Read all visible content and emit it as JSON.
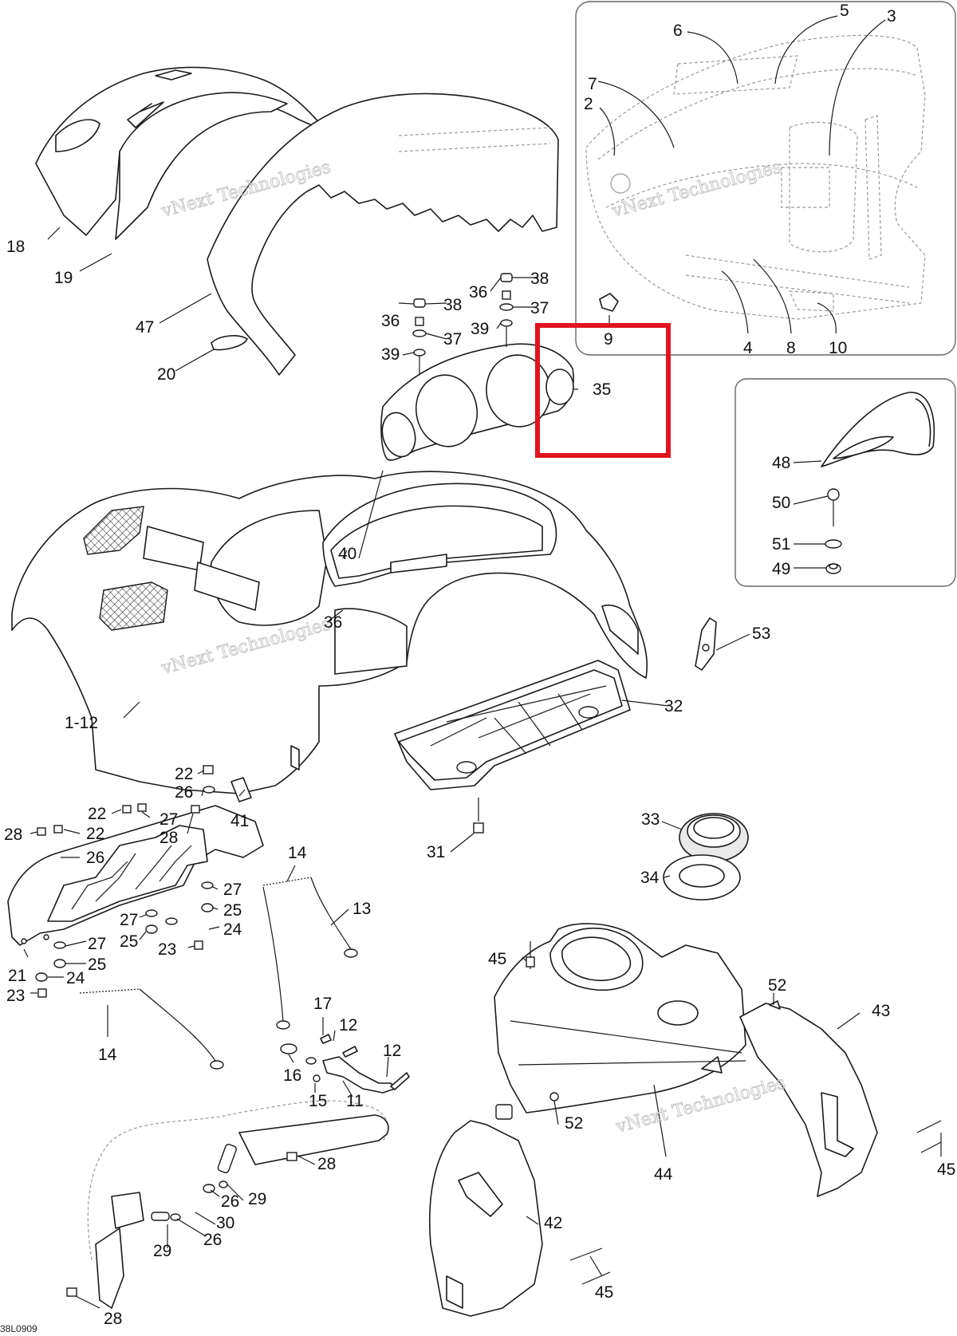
{
  "drawing_code": "38L0909",
  "watermark": [
    "vNext Technologies",
    "vNext Technologies",
    "vNext Technologies",
    "vNext Technologies"
  ],
  "highlight_color": "#e0141e",
  "callouts": {
    "c18": "18",
    "c19": "19",
    "c47": "47",
    "c20": "20",
    "c2": "2",
    "c7": "7",
    "c6": "6",
    "c5": "5",
    "c3": "3",
    "c9": "9",
    "c4": "4",
    "c8": "8",
    "c10": "10",
    "c36a": "36",
    "c38a": "38",
    "c37a": "37",
    "c39a": "39",
    "c36b": "36",
    "c38b": "38",
    "c37b": "37",
    "c39b": "39",
    "c35": "35",
    "c48": "48",
    "c50": "50",
    "c51": "51",
    "c49": "49",
    "c40": "40",
    "c36c": "36",
    "c1_12": "1-12",
    "c53": "53",
    "c32": "32",
    "c31": "31",
    "c22a": "22",
    "c26a": "26",
    "c41": "41",
    "c22b": "22",
    "c27a": "27",
    "c28a": "28",
    "c22c": "22",
    "c28b": "28",
    "c26b": "26",
    "c27b": "27",
    "c25a": "25",
    "c27c": "27",
    "c25b": "25",
    "c24a": "24",
    "c27d": "27",
    "c23a": "23",
    "c21": "21",
    "c25c": "25",
    "c24b": "24",
    "c23b": "23",
    "c14a": "14",
    "c13": "13",
    "c14b": "14",
    "c17": "17",
    "c12a": "12",
    "c12b": "12",
    "c16": "16",
    "c15": "15",
    "c11": "11",
    "c33": "33",
    "c34": "34",
    "c45a": "45",
    "c52a": "52",
    "c43": "43",
    "c52b": "52",
    "c44": "44",
    "c45b": "45",
    "c42": "42",
    "c45c": "45",
    "c28c": "28",
    "c29a": "29",
    "c26c": "26",
    "c30": "30",
    "c29b": "29",
    "c26d": "26",
    "c28d": "28"
  }
}
